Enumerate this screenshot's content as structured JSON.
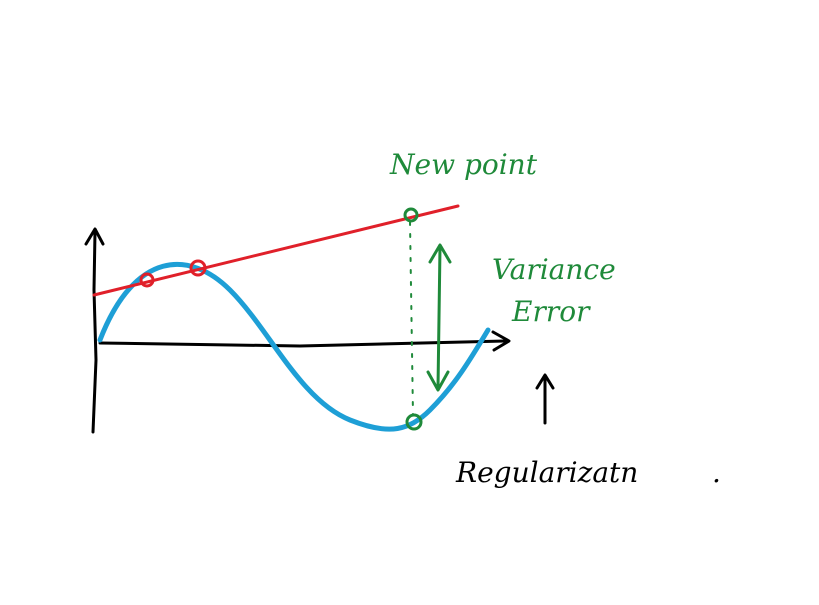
{
  "labels": {
    "new_point": "New point",
    "variance_line1": "Variance",
    "variance_line2": "Error",
    "regularization": "Regularizatn",
    "trailing_dot": "."
  },
  "colors": {
    "background": "#ffffff",
    "ink": "#000000",
    "true_curve": "#1e9fd6",
    "fit_line": "#e0202a",
    "annotation": "#1f8a3a",
    "training_points": "#e0202a",
    "new_point_markers": "#1f8a3a"
  },
  "elements": {
    "axes": "hand-drawn x and y axes with arrowheads",
    "true_curve": "sine-like wave",
    "fit_line": "straight red line",
    "training_points_count": 2,
    "variance_arrow": "double-headed vertical arrow",
    "regularization_arrow": "upward arrow"
  }
}
